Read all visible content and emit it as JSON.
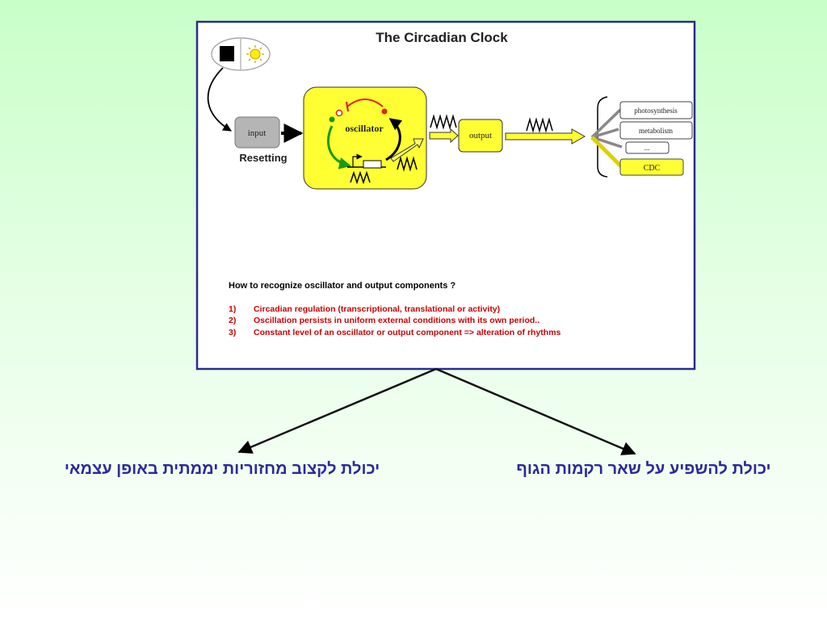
{
  "panel": {
    "title": "The Circadian Clock",
    "nodes": {
      "input": "input",
      "resetting": "Resetting",
      "oscillator": "oscillator",
      "output": "output"
    },
    "outputs": [
      "photosynthesis",
      "metabolism",
      "...",
      "CDC"
    ],
    "question": "How to recognize oscillator and output components ?",
    "criteria": [
      {
        "num": "1)",
        "text": "Circadian regulation (transcriptional, translational or activity)"
      },
      {
        "num": "2)",
        "text": "Oscillation persists in uniform external conditions with its own period.."
      },
      {
        "num": "3)",
        "text": "Constant level of an oscillator or output component => alteration of rhythms"
      }
    ],
    "colors": {
      "border": "#2b2b8f",
      "oscillator_fill": "#ffff33",
      "criteria_text": "#cc0000",
      "heading": "#000000"
    }
  },
  "bottom": {
    "left_label": "יכולת לקצוב מחזוריות יממתית באופן עצמאי",
    "right_label": "יכולת להשפיע על שאר רקמות הגוף",
    "label_color": "#2a2a9a"
  },
  "icons": [
    "dark-square-icon",
    "sun-icon",
    "wave-icon",
    "gene-promoter-icon"
  ]
}
